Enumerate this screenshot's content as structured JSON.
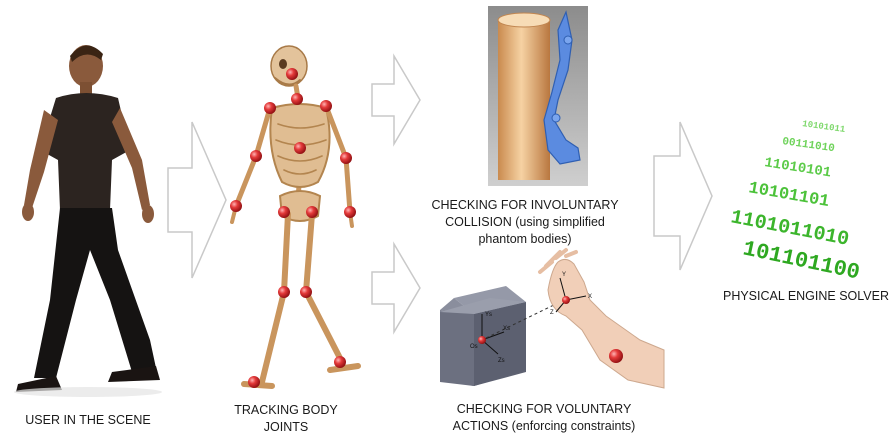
{
  "labels": {
    "user": "USER IN THE SCENE",
    "tracking_line1": "TRACKING BODY",
    "tracking_line2": "JOINTS",
    "involuntary_line1": "CHECKING FOR INVOLUNTARY",
    "involuntary_line2": "COLLISION (using simplified",
    "involuntary_line3": "phantom bodies)",
    "voluntary_line1": "CHECKING FOR VOLUNTARY",
    "voluntary_line2": "ACTIONS (enforcing constraints)",
    "solver": "PHYSICAL ENGINE SOLVER"
  },
  "binary_rows": [
    "10101011",
    "00111010",
    "11010101",
    "10101101",
    "1101011010",
    "101101100"
  ],
  "axis_labels": {
    "cube_y": "Ys",
    "cube_x": "Xs",
    "cube_z": "Zs",
    "cube_origin": "Os",
    "hand_y": "Y",
    "hand_x": "X",
    "hand_z": "Z"
  },
  "colors": {
    "joint": "#d8262a",
    "bone": "#d9b48a",
    "skin": "#9a6a4a",
    "cylinder": "#e7a86a",
    "phantom": "#4a7fd4",
    "cube": "#6f7383",
    "binary": "#4cc23a",
    "arrow_stroke": "#c9c9c9"
  }
}
